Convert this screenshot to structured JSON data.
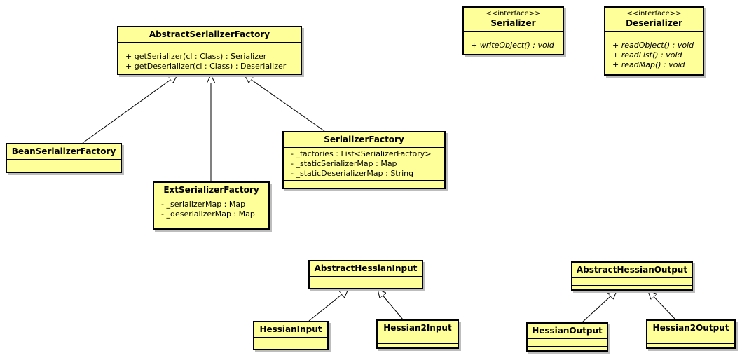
{
  "classes": {
    "abstract_serializer_factory": {
      "name": "AbstractSerializerFactory",
      "operations": [
        "+ getSerializer(cl : Class) : Serializer",
        "+ getDeserializer(cl : Class) : Deserializer"
      ]
    },
    "serializer": {
      "stereotype": "<<interface>>",
      "name": "Serializer",
      "operations": [
        "+ writeObject() : void"
      ]
    },
    "deserializer": {
      "stereotype": "<<interface>>",
      "name": "Deserializer",
      "operations": [
        "+ readObject() : void",
        "+ readList() : void",
        "+ readMap() : void"
      ]
    },
    "bean_serializer_factory": {
      "name": "BeanSerializerFactory"
    },
    "serializer_factory": {
      "name": "SerializerFactory",
      "attributes": [
        "- _factories : List<SerializerFactory>",
        "- _staticSerializerMap : Map",
        "- _staticDeserializerMap : String"
      ]
    },
    "ext_serializer_factory": {
      "name": "ExtSerializerFactory",
      "attributes": [
        "- _serializerMap : Map",
        "- _deserializerMap : Map"
      ]
    },
    "abstract_hessian_input": {
      "name": "AbstractHessianInput"
    },
    "hessian_input": {
      "name": "HessianInput"
    },
    "hessian2_input": {
      "name": "Hessian2Input"
    },
    "abstract_hessian_output": {
      "name": "AbstractHessianOutput"
    },
    "hessian_output": {
      "name": "HessianOutput"
    },
    "hessian2_output": {
      "name": "Hessian2Output"
    }
  },
  "colors": {
    "class_fill": "#ffff99",
    "border": "#000000",
    "shadow": "#bdbdbd"
  }
}
